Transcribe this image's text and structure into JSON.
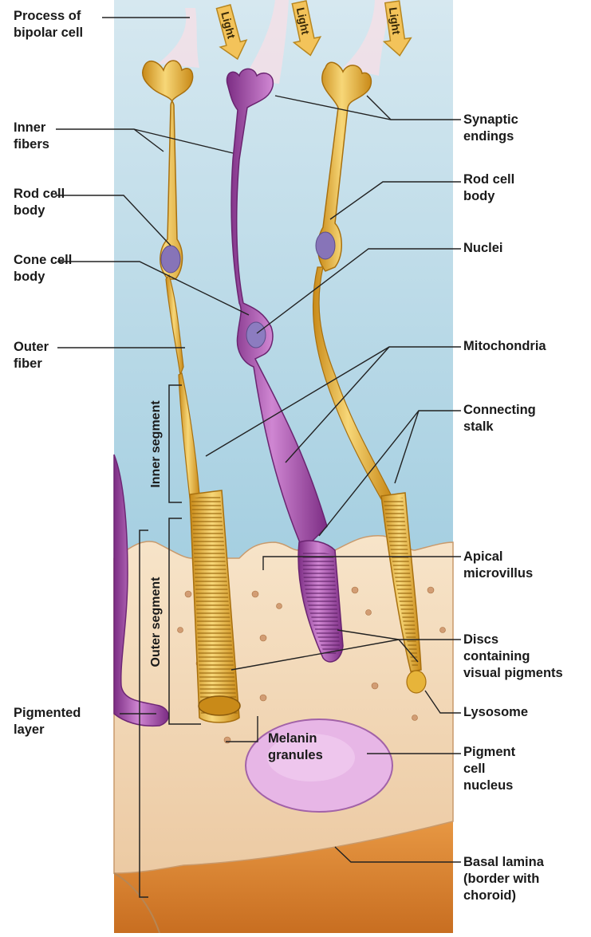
{
  "light_labels": [
    "Light",
    "Light",
    "Light"
  ],
  "bracket_labels": {
    "inner_segment": "Inner segment",
    "outer_segment": "Outer segment"
  },
  "labels_left": {
    "bipolar": "Process of\nbipolar cell",
    "inner_fibers": "Inner\nfibers",
    "rod_body": "Rod cell\nbody",
    "cone_body": "Cone cell\nbody",
    "outer_fiber": "Outer\nfiber",
    "pigmented_layer": "Pigmented\nlayer"
  },
  "labels_center": {
    "melanin": "Melanin\ngranules"
  },
  "labels_right": {
    "synaptic": "Synaptic\nendings",
    "rod_body": "Rod cell\nbody",
    "nuclei": "Nuclei",
    "mitochondria": "Mitochondria",
    "connecting_stalk": "Connecting\nstalk",
    "apical_microvillus": "Apical\nmicrovillus",
    "discs": "Discs\ncontaining\nvisual pigments",
    "lysosome": "Lysosome",
    "pigment_nucleus": "Pigment\ncell\nnucleus",
    "basal_lamina": "Basal lamina\n(border with\nchoroid)"
  },
  "colors": {
    "background_top": "#cfe4ee",
    "background_bottom": "#8ec3d9",
    "rod": "#e7b43a",
    "rod_light": "#f6dc8a",
    "cone": "#a34ea8",
    "cone_light": "#d28fd4",
    "pigment_layer": "#f2d6b8",
    "choroid": "#d8812f"
  }
}
